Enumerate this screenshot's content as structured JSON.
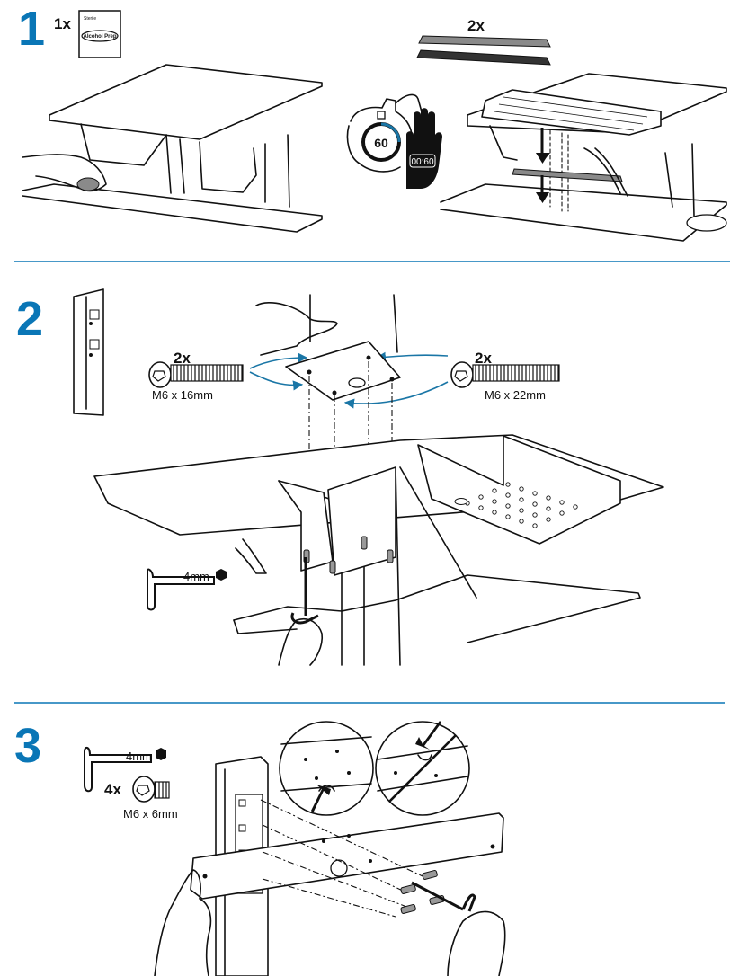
{
  "colors": {
    "step_number": "#0a76b6",
    "divider": "#0a76b6",
    "arrow": "#1a76a6",
    "ink": "#111111"
  },
  "step1": {
    "number": "1",
    "pad_qty": "1x",
    "pad_title": "Sterile",
    "pad_label": "Alcohol Prep",
    "timer_value": "60",
    "timer_digital": "00:60",
    "strip_qty": "2x"
  },
  "step2": {
    "number": "2",
    "bolt_left_qty": "2x",
    "bolt_left_size": "M6 x 16mm",
    "bolt_right_qty": "2x",
    "bolt_right_size": "M6 x 22mm",
    "wrench_size": "4mm"
  },
  "step3": {
    "number": "3",
    "wrench_size": "4mm",
    "screw_qty": "4x",
    "screw_size": "M6 x 6mm"
  }
}
